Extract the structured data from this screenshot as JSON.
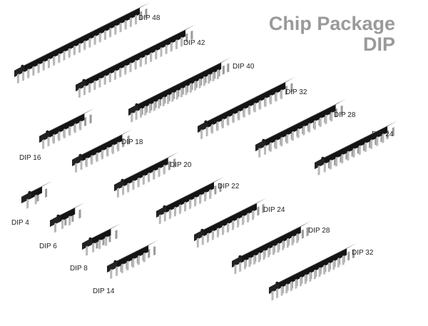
{
  "title": {
    "line1": "Chip Package",
    "line2": "DIP"
  },
  "chips": [
    {
      "label": "DIP 48"
    },
    {
      "label": "DIP 42"
    },
    {
      "label": "DIP 40"
    },
    {
      "label": "DIP 32"
    },
    {
      "label": "DIP 28"
    },
    {
      "label": "DIP 24"
    },
    {
      "label": "DIP 16"
    },
    {
      "label": "DIP 18"
    },
    {
      "label": "DIP 20"
    },
    {
      "label": "DIP 22"
    },
    {
      "label": "DIP 24"
    },
    {
      "label": "DIP 28"
    },
    {
      "label": "DIP 32"
    },
    {
      "label": "DIP 4"
    },
    {
      "label": "DIP 6"
    },
    {
      "label": "DIP 8"
    },
    {
      "label": "DIP 14"
    }
  ],
  "colors": {
    "body_top": "#3a3a3a",
    "body_side": "#141414",
    "pin": "#b8b8b8",
    "title": "#9a9a9a"
  }
}
